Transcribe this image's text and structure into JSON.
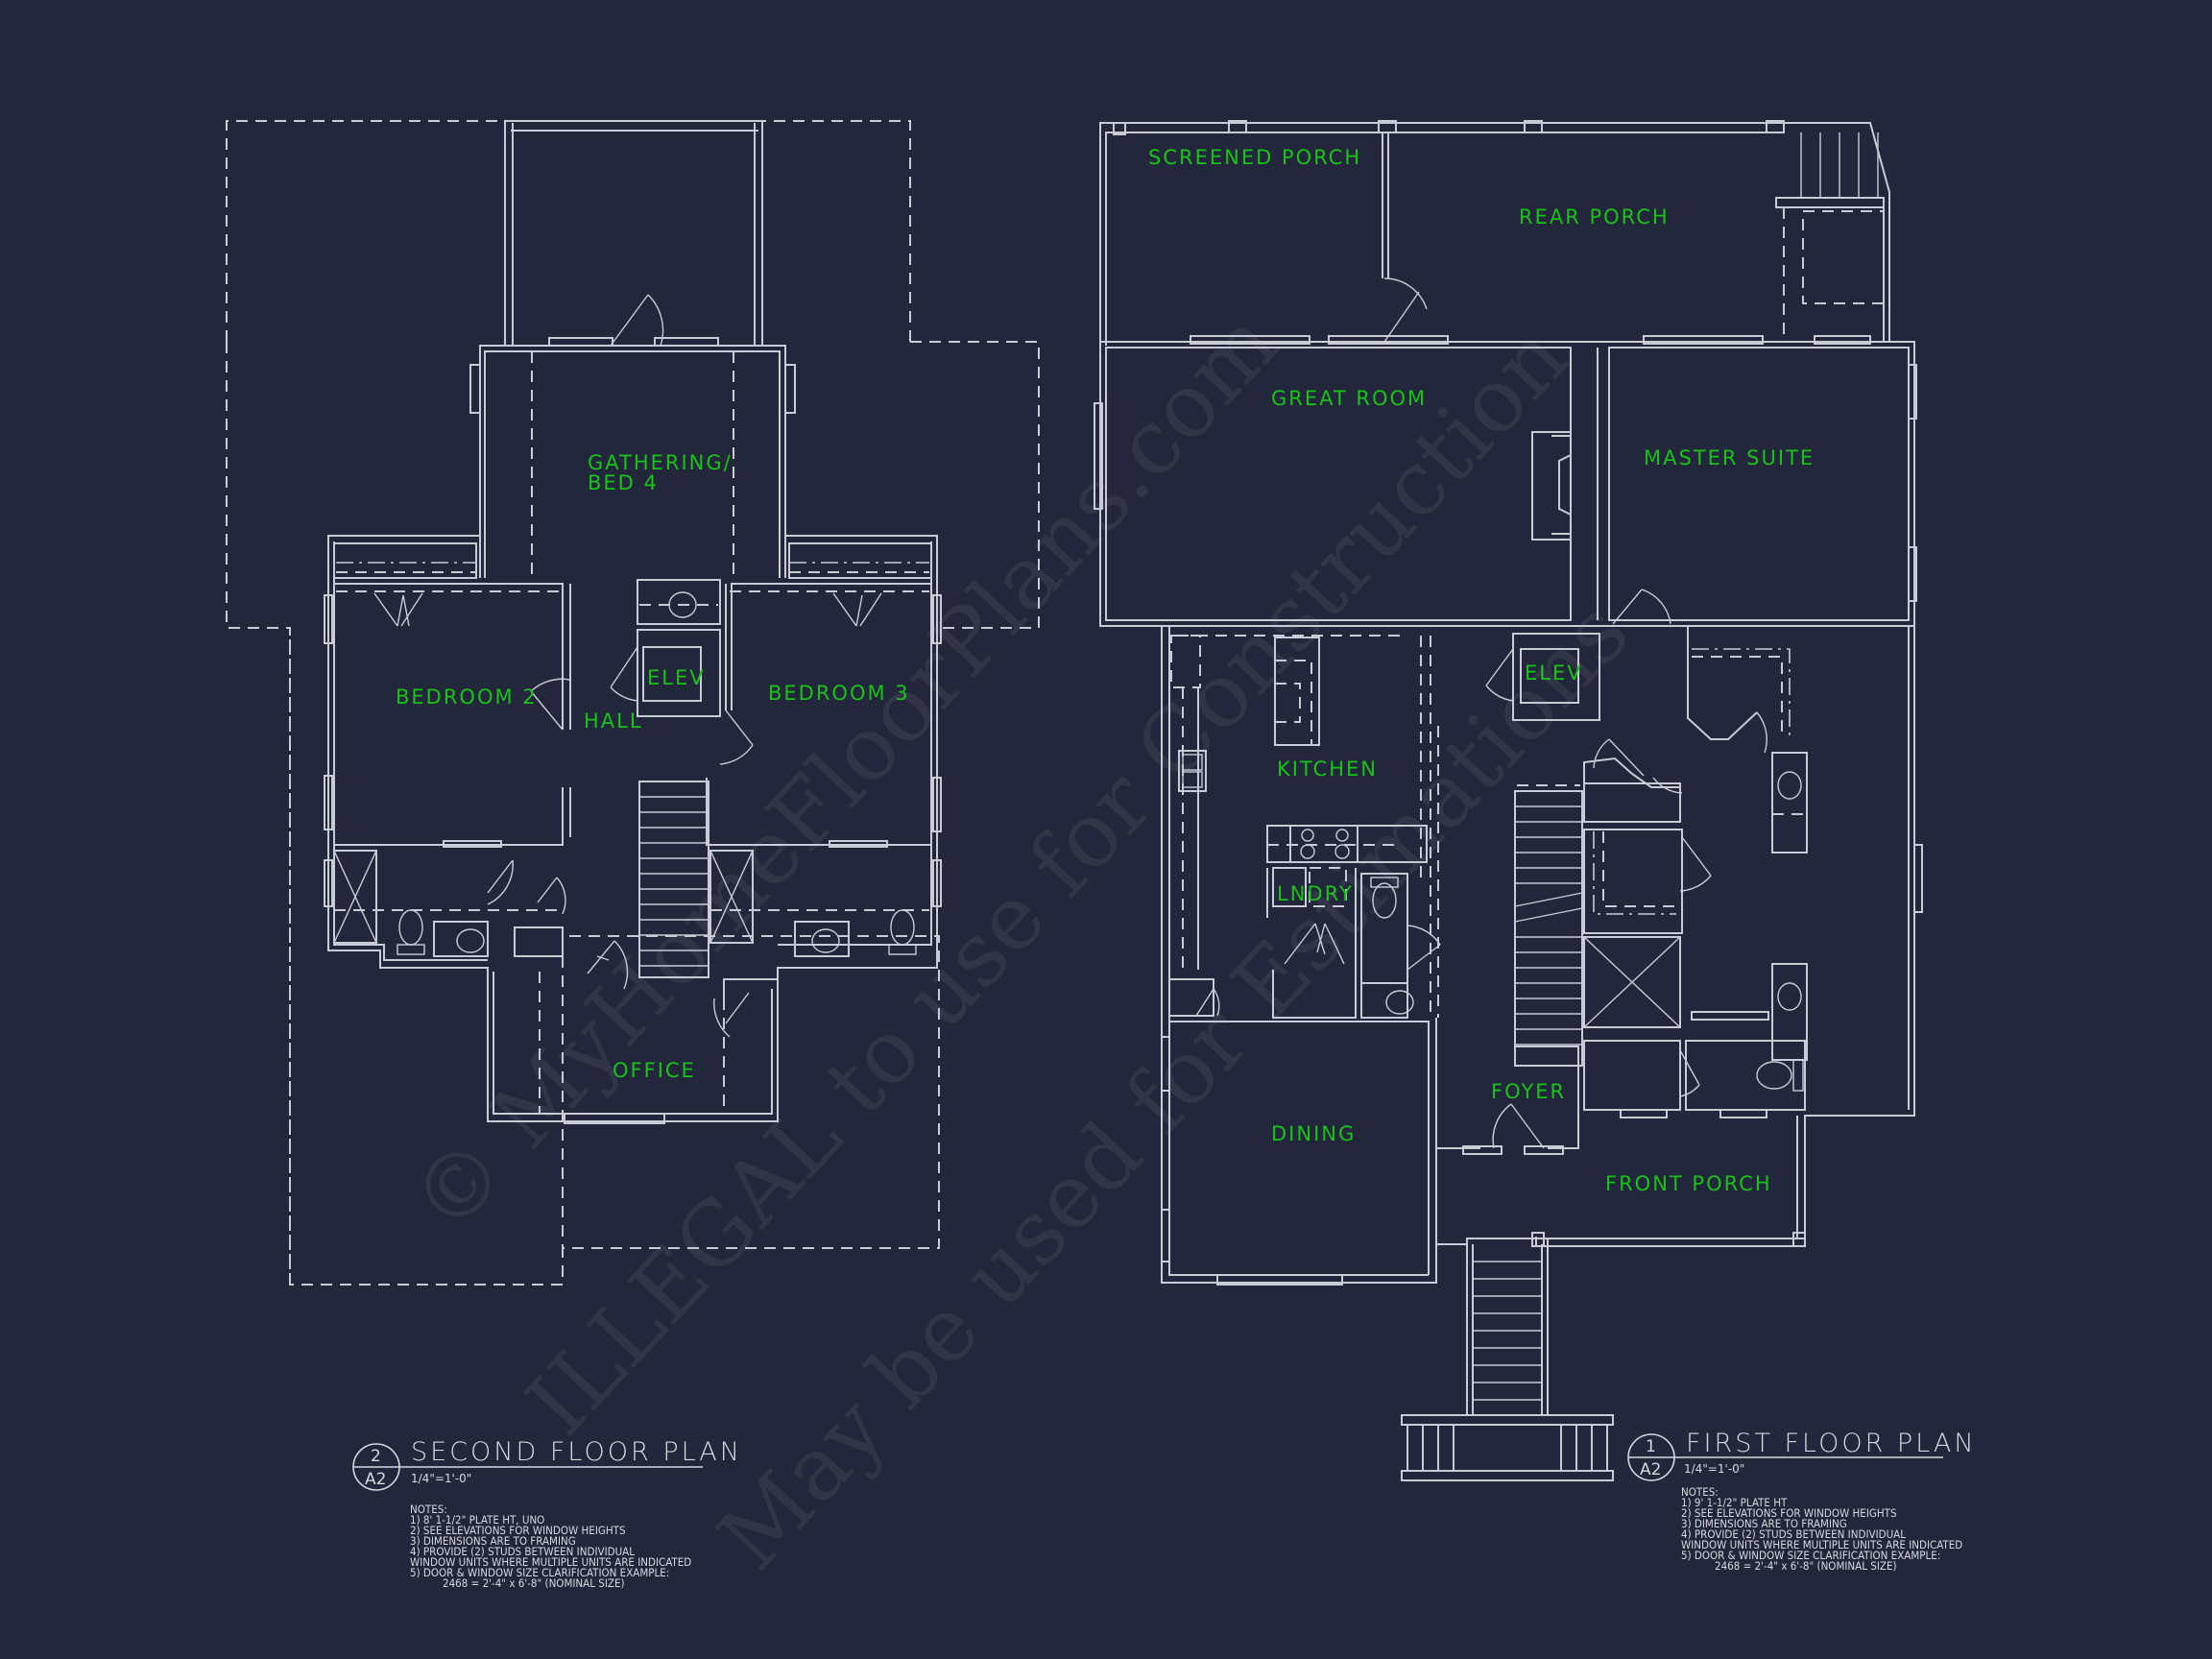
{
  "sheet": {
    "background": "#23273b",
    "line_color": "#c9ccd6",
    "label_color": "#19c219"
  },
  "second_floor": {
    "badge_number": "2",
    "badge_sheet": "A2",
    "title": "SECOND FLOOR PLAN",
    "scale": "1/4\"=1'-0\"",
    "rooms": {
      "gathering_line1": "GATHERING/",
      "gathering_line2": "BED 4",
      "bedroom2": "BEDROOM 2",
      "bedroom3": "BEDROOM 3",
      "elev": "ELEV",
      "hall": "HALL",
      "office": "OFFICE"
    },
    "notes": {
      "heading": "NOTES:",
      "n1": "1) 8' 1-1/2\" PLATE HT, UNO",
      "n2": "2) SEE ELEVATIONS FOR WINDOW HEIGHTS",
      "n3": "3) DIMENSIONS ARE TO FRAMING",
      "n4a": "4) PROVIDE (2) STUDS BETWEEN INDIVIDUAL",
      "n4b": "WINDOW UNITS WHERE MULTIPLE UNITS ARE INDICATED",
      "n5": "5) DOOR & WINDOW SIZE CLARIFICATION EXAMPLE:",
      "n5b": "2468 = 2'-4\" x 6'-8\" (NOMINAL SIZE)"
    }
  },
  "first_floor": {
    "badge_number": "1",
    "badge_sheet": "A2",
    "title": "FIRST FLOOR PLAN",
    "scale": "1/4\"=1'-0\"",
    "rooms": {
      "screened_porch": "SCREENED PORCH",
      "rear_porch": "REAR PORCH",
      "great_room": "GREAT ROOM",
      "master_suite": "MASTER SUITE",
      "kitchen": "KITCHEN",
      "elev": "ELEV",
      "lndry": "LNDRY",
      "foyer": "FOYER",
      "dining": "DINING",
      "front_porch": "FRONT PORCH"
    },
    "notes": {
      "heading": "NOTES:",
      "n1": "1) 9' 1-1/2\" PLATE HT",
      "n2": "2) SEE ELEVATIONS FOR WINDOW HEIGHTS",
      "n3": "3) DIMENSIONS ARE TO FRAMING",
      "n4a": "4) PROVIDE (2) STUDS BETWEEN INDIVIDUAL",
      "n4b": "WINDOW UNITS WHERE MULTIPLE UNITS ARE INDICATED",
      "n5": "5) DOOR & WINDOW SIZE CLARIFICATION EXAMPLE:",
      "n5b": "2468 = 2'-4\" x 6'-8\" (NOMINAL SIZE)"
    }
  },
  "watermark": {
    "line1": "© MyHomeFloorPlans.com",
    "line2": "ILLEGAL to use for Construction",
    "line3": "May be used for Estimations"
  }
}
